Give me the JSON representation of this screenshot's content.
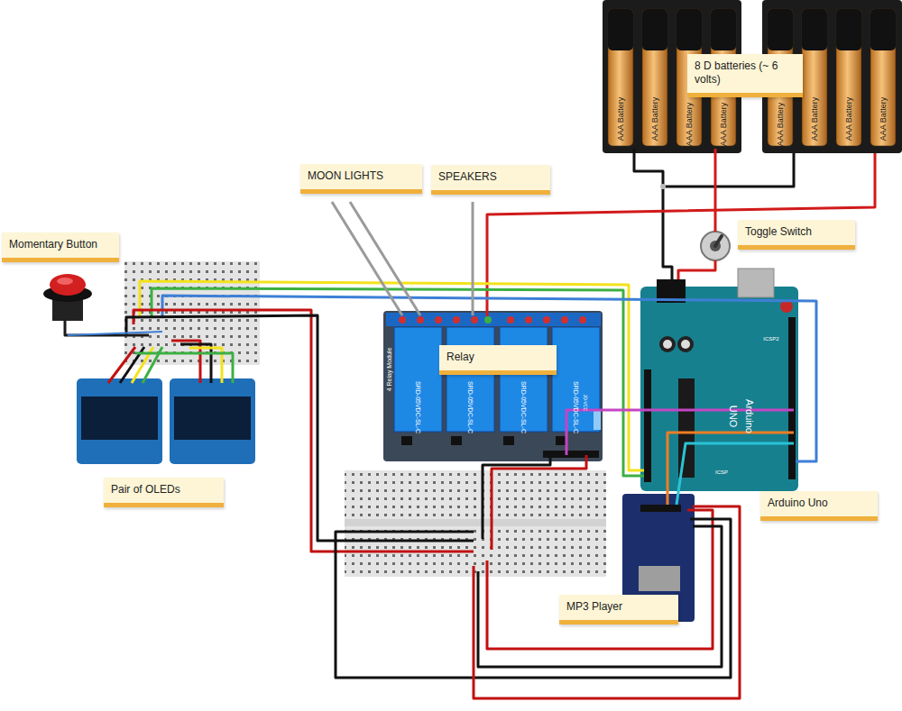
{
  "diagram": {
    "nodes": [
      {
        "text": [
          "8 D batteries (~ 6 volts)"
        ]
      },
      {
        "text": [
          "MOON LIGHTS"
        ]
      },
      {
        "text": [
          "SPEAKERS"
        ]
      },
      {
        "text": [
          "Toggle Switch"
        ]
      },
      {
        "text": [
          "Momentary Button"
        ]
      },
      {
        "text": [
          "Relay"
        ]
      },
      {
        "text": [
          "Pair of OLEDs"
        ]
      },
      {
        "text": [
          "Arduino Uno"
        ]
      },
      {
        "text": [
          "MP3 Player"
        ]
      }
    ],
    "labels": [
      "AAA Battery",
      "AAA Battery",
      "AAA Battery",
      "AAA Battery",
      "AAA Battery",
      "AAA Battery",
      "AAA Battery",
      "AAA Battery",
      "4 Relay Module",
      "SRD-05VDC-SL-C",
      "SRD-05VDC-SL-C",
      "SRD-05VDC-SL-C",
      "SRD-05VDC-SL-C",
      "Arduino",
      "UNO",
      "ICSP2",
      "ICSP",
      "JD-VCC"
    ]
  }
}
